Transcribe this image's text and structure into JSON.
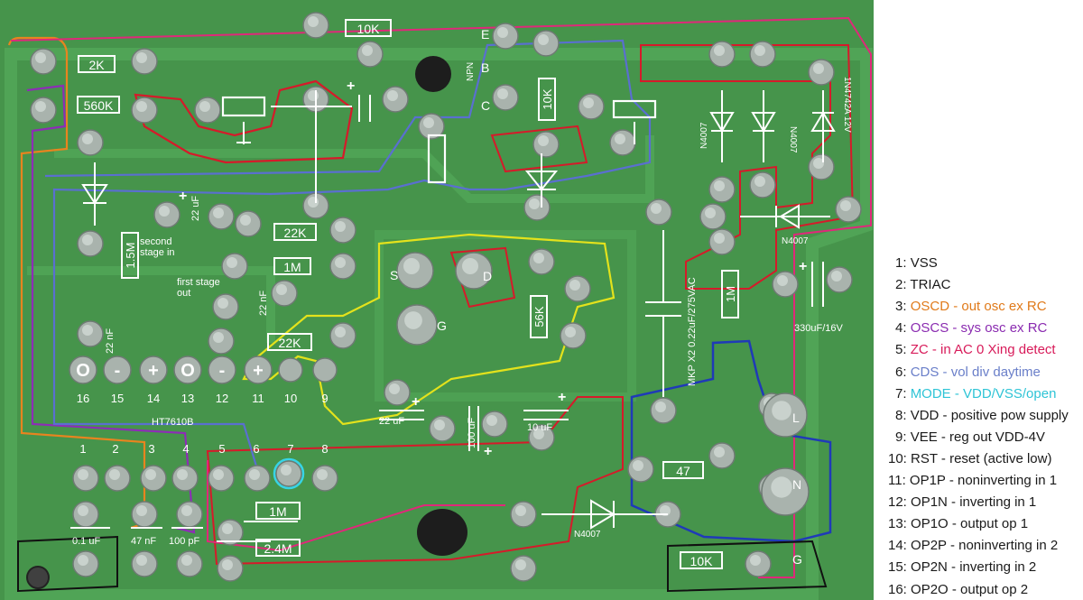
{
  "components": {
    "r_10k_top": "10K",
    "r_2k": "2K",
    "r_560k": "560K",
    "r_10k_mid": "10K",
    "r_22k_a": "22K",
    "r_1m_a": "1M",
    "r_1_5m": "1.5M",
    "r_22k_b": "22K",
    "r_56k": "56K",
    "r_1m_b": "1M",
    "r_47": "47",
    "r_1m_c": "1M",
    "r_2_4m": "2.4M",
    "r_10k_bottom": "10K",
    "c_22uf_a": "22 uF",
    "c_22nf_a": "22 nF",
    "c_22nf_b": "22 nF",
    "c_22uf_b": "22 uF",
    "c_100uf": "100 uF",
    "c_10uf": "10 uF",
    "c_330uf": "330uF/16V",
    "c_mkp": "MKP X2 0.22uF/275VAC",
    "c_01uf": "0.1 uF",
    "c_47nf": "47 nF",
    "c_100pf": "100 pF",
    "d_n4007_a": "N4007",
    "d_n4007_b": "N4007",
    "d_n4007_c": "N4007",
    "d_n4007_d": "N4007",
    "d_zener": "1N4742A 12V",
    "ic_label": "HT7610B",
    "npn": "NPN",
    "e": "E",
    "b": "B",
    "c": "C",
    "s": "S",
    "d": "D",
    "g": "G",
    "l": "L",
    "n": "N",
    "g2": "G",
    "second_stage": "second stage in",
    "first_stage": "first stage out"
  },
  "ic_pads_top": [
    "O",
    "-",
    "+",
    "O",
    "-",
    "+"
  ],
  "ic_pins_top": [
    "16",
    "15",
    "14",
    "13",
    "12",
    "11",
    "10",
    "9"
  ],
  "ic_pins_bottom": [
    "1",
    "2",
    "3",
    "4",
    "5",
    "6",
    "7",
    "8"
  ],
  "legend": [
    {
      "num": "1:",
      "text": "VSS",
      "color": "#1a1a1a"
    },
    {
      "num": "2:",
      "text": "TRIAC",
      "color": "#1a1a1a"
    },
    {
      "num": "3:",
      "text": "OSCD - out osc ex RC",
      "color": "#e07a1a"
    },
    {
      "num": "4:",
      "text": "OSCS - sys osc ex RC",
      "color": "#8a2bb0"
    },
    {
      "num": "5:",
      "text": "ZC - in AC 0 Xing detect",
      "color": "#d81b5a"
    },
    {
      "num": "6:",
      "text": "CDS - vol div daytime",
      "color": "#6a7fc9"
    },
    {
      "num": "7:",
      "text": "MODE - VDD/VSS/open",
      "color": "#2ec4d6"
    },
    {
      "num": "8:",
      "text": "VDD - positive pow supply",
      "color": "#1a1a1a"
    },
    {
      "num": "9:",
      "text": "VEE - reg out VDD-4V",
      "color": "#1a1a1a"
    },
    {
      "num": "10:",
      "text": "RST - reset (active low)",
      "color": "#1a1a1a"
    },
    {
      "num": "11:",
      "text": "OP1P - noninverting in 1",
      "color": "#1a1a1a"
    },
    {
      "num": "12:",
      "text": "OP1N - inverting in 1",
      "color": "#1a1a1a"
    },
    {
      "num": "13:",
      "text": "OP1O - output op 1",
      "color": "#1a1a1a"
    },
    {
      "num": "14:",
      "text": "OP2P - noninverting in 2",
      "color": "#1a1a1a"
    },
    {
      "num": "15:",
      "text": "OP2N - inverting in 2",
      "color": "#1a1a1a"
    },
    {
      "num": "16:",
      "text": "OP2O - output op 2",
      "color": "#1a1a1a"
    }
  ]
}
